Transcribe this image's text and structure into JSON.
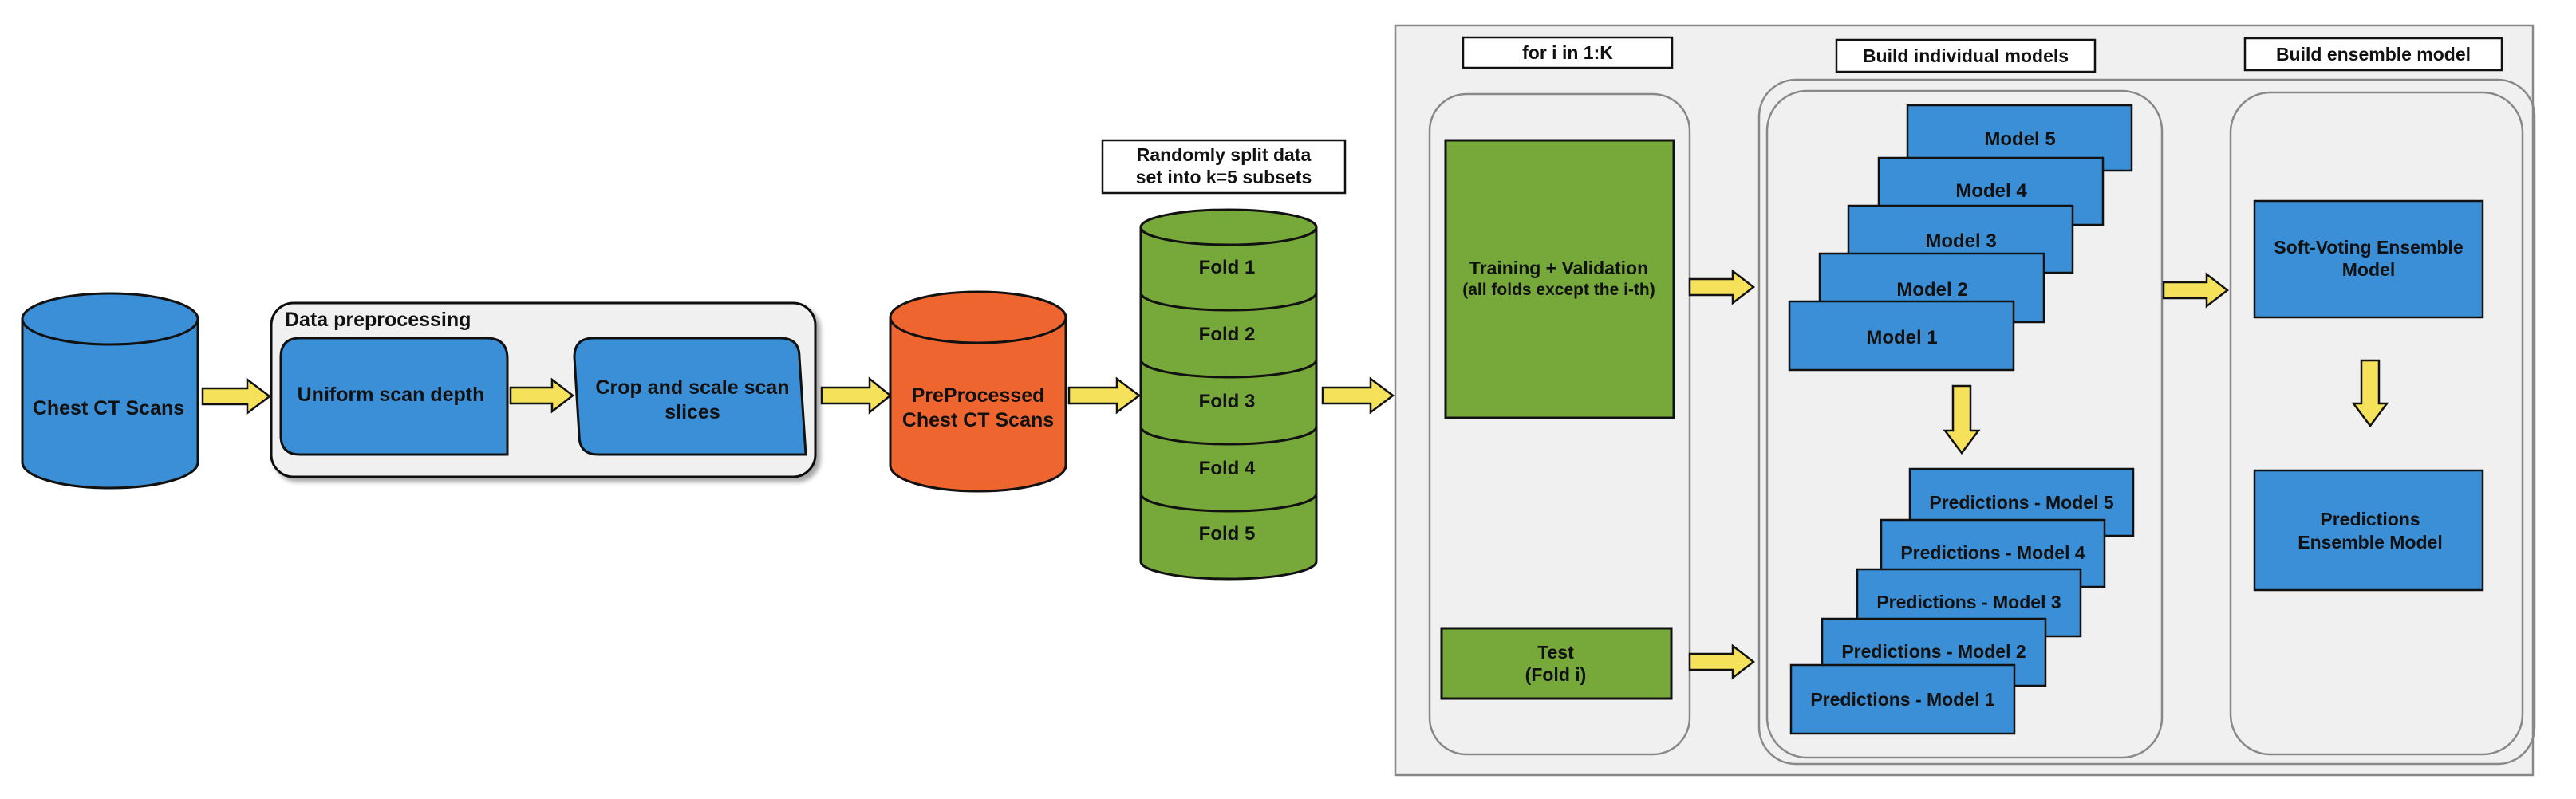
{
  "colors": {
    "blue": "#3b8fd6",
    "orange": "#ef6530",
    "green": "#76a83a",
    "arrow": "#f5e15a",
    "panel": "#f0f0f0",
    "border": "#111111"
  },
  "source": {
    "line1": "Chest CT Scans"
  },
  "preprocessing": {
    "title": "Data  preprocessing",
    "step1": "Uniform  scan  depth",
    "step2_line1": "Crop  and  scale  scan",
    "step2_line2": "slices"
  },
  "preprocessed": {
    "line1": "PreProcessed",
    "line2": "Chest CT Scans"
  },
  "split": {
    "label_line1": "Randomly  split  data",
    "label_line2": "set  into  k=5  subsets",
    "folds": [
      "Fold  1",
      "Fold  2",
      "Fold  3",
      "Fold  4",
      "Fold  5"
    ]
  },
  "loop": {
    "header": "for  i  in  1:K",
    "train_line1": "Training  +  Validation",
    "train_line2": "(all folds except the i-th)",
    "test_line1": "Test",
    "test_line2": "(Fold  i)"
  },
  "individual": {
    "header": "Build  individual  models",
    "models": [
      "Model  1",
      "Model  2",
      "Model  3",
      "Model  4",
      "Model  5"
    ],
    "predictions": [
      "Predictions  -  Model  1",
      "Predictions  -  Model  2",
      "Predictions  -  Model  3",
      "Predictions  -  Model  4",
      "Predictions  -  Model  5"
    ]
  },
  "ensemble": {
    "header": "Build  ensemble  model",
    "model_line1": "Soft-Voting  Ensemble",
    "model_line2": "Model",
    "pred_line1": "Predictions",
    "pred_line2": "Ensemble  Model"
  }
}
